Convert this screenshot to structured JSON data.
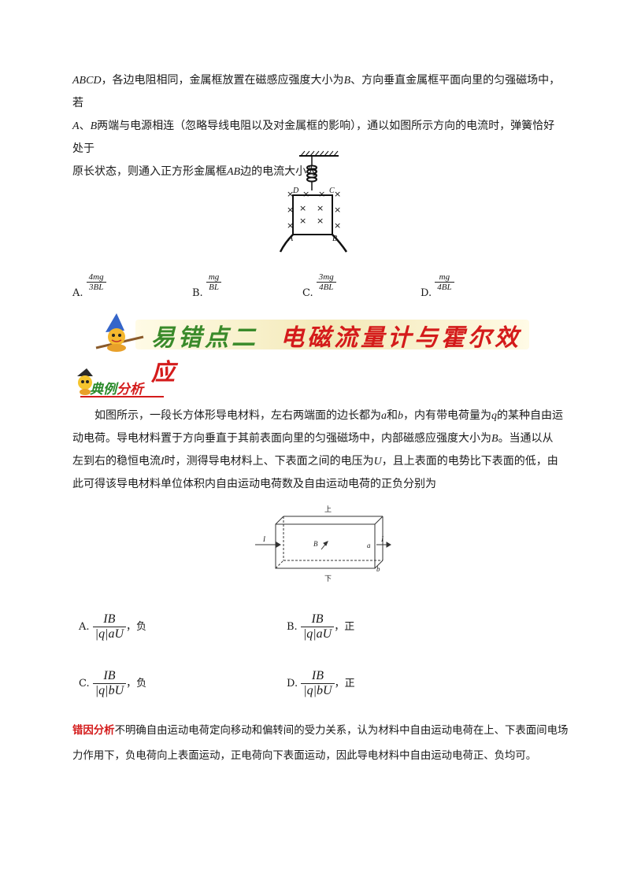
{
  "problem1": {
    "line1_a": "ABCD",
    "line1_b": "，各边电阻相同，金属框放置在磁感应强度大小为",
    "line1_c": "B",
    "line1_d": "、方向垂直金属框平面向里的匀强磁场中，若",
    "line2_a": "A",
    "line2_b": "、",
    "line2_c": "B",
    "line2_d": "两端与电源相连（忽略导线电阻以及对金属框的影响），通以如图所示方向的电流时，弹簧恰好处于",
    "line3_a": "原长状态，则通入正方形金属框",
    "line3_b": "AB",
    "line3_c": "边的电流大小为",
    "figure_labels": {
      "d": "D",
      "c": "C",
      "a": "A",
      "b": "B",
      "x": "×"
    },
    "options": [
      {
        "label": "A.",
        "num": "4mg",
        "den": "3BL"
      },
      {
        "label": "B.",
        "num": "mg",
        "den": "BL"
      },
      {
        "label": "C.",
        "num": "3mg",
        "den": "4BL"
      },
      {
        "label": "D.",
        "num": "mg",
        "den": "4BL"
      }
    ]
  },
  "banner": {
    "part1": "易错点二",
    "part2": "电磁流量计与霍尔效应"
  },
  "section_tag": {
    "part1": "典例",
    "part2": "分析"
  },
  "problem2": {
    "text_a": "如图所示，一段长方体形导电材料，左右两端面的边长都为",
    "var_a": "a",
    "text_b": "和",
    "var_b": "b",
    "text_c": "，内有带电荷量为",
    "var_q": "q",
    "text_d": "的某种自由运动电荷。导电材料置于方向垂直于其前表面向里的匀强磁场中，内部磁感应强度大小为",
    "var_B": "B",
    "text_e": "。当通以从左到右的稳恒电流",
    "var_I": "I",
    "text_f": "时，测得导电材料上、下表面之间的电压为",
    "var_U": "U",
    "text_g": "，且上表面的电势比下表面的低，由此可得该导电材料单位体积内自由运动电荷数及自由运动电荷的正负分别为",
    "figure_labels": {
      "top": "上",
      "bottom": "下",
      "I": "I",
      "B": "B",
      "a": "a",
      "b": "b"
    },
    "options": [
      {
        "label": "A.",
        "num": "IB",
        "den": "|q|aU",
        "suffix": "，负"
      },
      {
        "label": "B.",
        "num": "IB",
        "den": "|q|aU",
        "suffix": "，正"
      },
      {
        "label": "C.",
        "num": "IB",
        "den": "|q|bU",
        "suffix": "，负"
      },
      {
        "label": "D.",
        "num": "IB",
        "den": "|q|bU",
        "suffix": "，正"
      }
    ]
  },
  "error_analysis": {
    "label": "错因分析",
    "text": "不明确自由运动电荷定向移动和偏转间的受力关系，认为材料中自由运动电荷在上、下表面间电场力作用下，负电荷向上表面运动，正电荷向下表面运动，因此导电材料中自由运动电荷正、负均可。"
  },
  "colors": {
    "green": "#3a8a2a",
    "red": "#d41b1b",
    "banner_bg": "#f6efc8"
  }
}
